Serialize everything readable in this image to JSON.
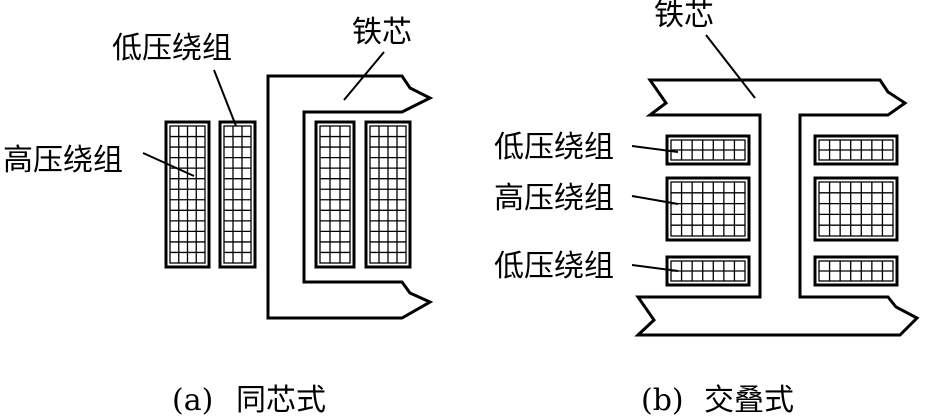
{
  "figure_a": {
    "label_low_voltage": "低压绕组",
    "label_high_voltage": "高压绕组",
    "label_core": "铁芯",
    "caption_letter": "(a)",
    "caption_text": "同芯式"
  },
  "figure_b": {
    "label_core": "铁芯",
    "label_low_voltage_top": "低压绕组",
    "label_high_voltage": "高压绕组",
    "label_low_voltage_bottom": "低压绕组",
    "caption_letter": "(b)",
    "caption_text": "交叠式"
  },
  "colors": {
    "ink": "#000000",
    "background": "#ffffff"
  }
}
